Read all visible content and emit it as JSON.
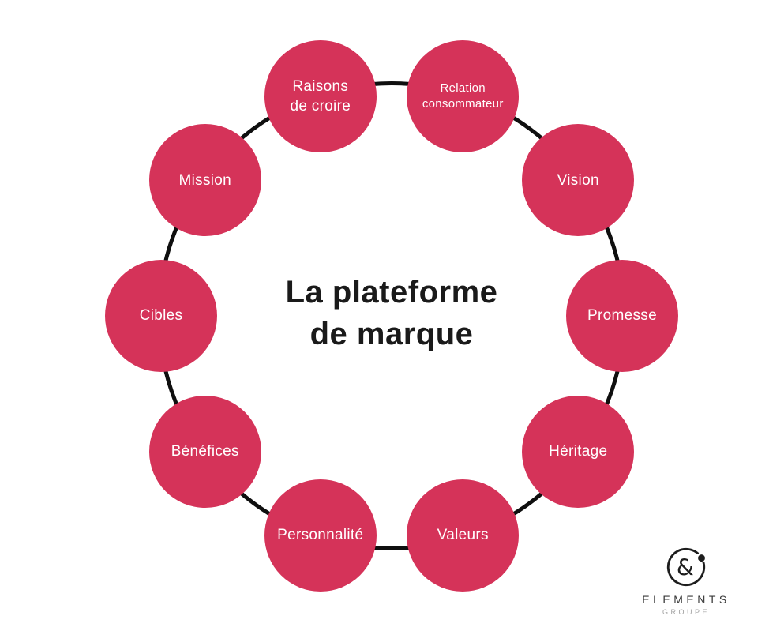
{
  "title": {
    "line1": "La plateforme",
    "line2": "de marque"
  },
  "nodes": [
    {
      "id": "raisons-de-croire",
      "label": "Raisons de croire",
      "lines": [
        "Raisons",
        "de croire"
      ]
    },
    {
      "id": "relation-consommateur",
      "label": "Relation consommateur",
      "lines": [
        "Relation",
        "consommateur"
      ],
      "small": true
    },
    {
      "id": "vision",
      "label": "Vision",
      "lines": [
        "Vision"
      ]
    },
    {
      "id": "promesse",
      "label": "Promesse",
      "lines": [
        "Promesse"
      ]
    },
    {
      "id": "heritage",
      "label": "Héritage",
      "lines": [
        "Héritage"
      ]
    },
    {
      "id": "valeurs",
      "label": "Valeurs",
      "lines": [
        "Valeurs"
      ]
    },
    {
      "id": "personnalite",
      "label": "Personnalité",
      "lines": [
        "Personnalité"
      ]
    },
    {
      "id": "benefices",
      "label": "Bénéfices",
      "lines": [
        "Bénéfices"
      ]
    },
    {
      "id": "cibles",
      "label": "Cibles",
      "lines": [
        "Cibles"
      ]
    },
    {
      "id": "mission",
      "label": "Mission",
      "lines": [
        "Mission"
      ]
    }
  ],
  "colors": {
    "node": "#d53359",
    "node_text": "#ffffff",
    "connector": "#0f0f0f",
    "title": "#1a1a1a"
  },
  "logo": {
    "brand": "ELEMENTS",
    "sub": "GROUPE",
    "monogram": "&"
  }
}
